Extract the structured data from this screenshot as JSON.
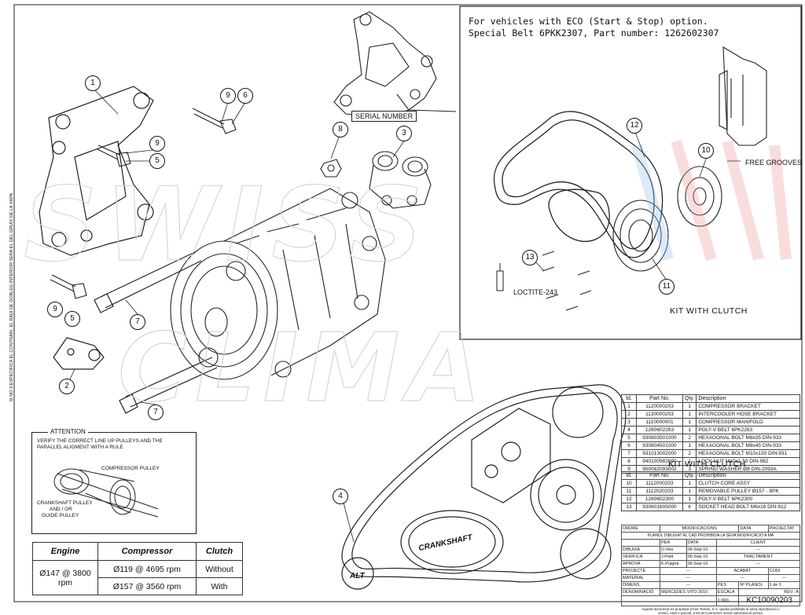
{
  "eco_note": {
    "line1": "For vehicles with ECO (Start & Stop) option.",
    "line2": "Special Belt 6PKK2307, Part number: 1262602307"
  },
  "labels": {
    "serial_number": "SERIAL NUMBER",
    "free_grooves": "FREE GROOVES",
    "loctite": "LOCTITE-243",
    "kit_with_clutch": "KIT WITH CLUTCH",
    "crankshaft": "CRANKSHAFT",
    "alt": "ALT"
  },
  "callouts": [
    "1",
    "2",
    "3",
    "4",
    "5",
    "5",
    "6",
    "7",
    "7",
    "8",
    "9",
    "9",
    "9",
    "10",
    "11",
    "12",
    "13"
  ],
  "attention": {
    "title": "ATTENTION",
    "text1": "VERIFY THE CORRECT LINE UP PULLEYS AND THE",
    "text2": "PARALLEL ALIGMENT WITH A RULE",
    "compressor_pulley": "COMPRESSOR PULLEY",
    "crank1": "CRANKSHAFT PULLEY",
    "crank2": "AND / OR",
    "crank3": "GUIDE PULLEY"
  },
  "spec_table": {
    "headers": [
      "Engine",
      "Compressor",
      "Clutch"
    ],
    "engine": "Ø147 @ 3800 rpm",
    "rows": [
      {
        "compressor": "Ø119 @ 4695 rpm",
        "clutch": "Without"
      },
      {
        "compressor": "Ø157 @ 3560 rpm",
        "clutch": "With"
      }
    ]
  },
  "parts_table": {
    "headers": [
      "Id.",
      "Part No.",
      "Qty.",
      "Description"
    ],
    "rows": [
      [
        "1",
        "1120000203",
        "1",
        "COMPRESSOR BRACKET"
      ],
      [
        "2",
        "1130000203",
        "1",
        "INTERCOOLER HOSE BRACKET"
      ],
      [
        "3",
        "1110000001",
        "1",
        "COMPRESSOR MANIFOLD"
      ],
      [
        "4",
        "1260602263",
        "1",
        "POLY-V BELT 6PK2263"
      ],
      [
        "5",
        "930803501000",
        "2",
        "HEXAGONAL BOLT M8x35 DIN-933"
      ],
      [
        "6",
        "930804501000",
        "1",
        "HEXAGONAL BOLT M8x45 DIN-933"
      ],
      [
        "7",
        "931013002000",
        "2",
        "HEXAGONAL BOLT M10x130 DIN-931"
      ],
      [
        "8",
        "940100982000",
        "1",
        "LOCK NUT M10x1.50 DIN-982"
      ],
      [
        "9",
        "950082093002",
        "3",
        "SPRING WASHER Ø8 DIN-2093A"
      ]
    ],
    "kit_title": "KIT WITH CLUTCH",
    "kit_rows": [
      [
        "10",
        "1112000203",
        "1",
        "CLUTCH CORE ASSY"
      ],
      [
        "11",
        "1112020203",
        "1",
        "REMOVABLE PULLEY Ø157 - 8PK"
      ],
      [
        "12",
        "1260602300",
        "1",
        "POLY-V BELT 6PK2300"
      ],
      [
        "13",
        "930601605000",
        "6",
        "SOCKET HEAD BOLT M6x16 DIN-912"
      ]
    ]
  },
  "title_block": {
    "modif_header": "PLANOL DIBUIXAT AL CAD PROHIBIDA LA SEVA MODIFICACIÓ A MA",
    "ordre": "ORDRE",
    "modificacions": "MODIFICACIONS",
    "data": "DATA",
    "projectat": "PROJECTAT",
    "per": "PER",
    "client": "CLIENT",
    "dibuixa": "DIBUIXA",
    "dibuixa_per": "D.Vea",
    "dibuixa_data": "06-Sep-10",
    "verifica": "VERIFICA",
    "verifica_per": "J.Petit",
    "verifica_data": "06-Sep-10",
    "tractament": "TRACTAMENT",
    "aprova": "APROVA",
    "aprova_per": "K.Puigrià",
    "aprova_data": "06-Sep-10",
    "projecte": "PROJECTE",
    "acabat": "ACABAT",
    "codi": "CODI",
    "material": "MATERIAL",
    "dimens": "DIMENS.",
    "pes": "PES",
    "denominacio": "DENOMINACIÓ",
    "denominacio_value": "MERCEDES VITO 2010",
    "escala": "ESCALA",
    "escala_value": "1:000",
    "n_planol": "Nº PLANOL",
    "fulls": "1 de 1",
    "rev": "REV.: A",
    "drawing_number": "KC10090203",
    "dashes": "---",
    "footer1": "Aquest document és propietat d'Aire Tomàs, S.A. queda prohibida la seva reproducció o",
    "footer2": "cessió, total o parcial, a tercers persones sense autorització prèvia."
  },
  "side_text": "SI NO S'ESPECIFICA EL CONTRARI, EL RADI DE DOBLEG INTERIOR SERA EL DEL GRUIX DE LA XAPA."
}
